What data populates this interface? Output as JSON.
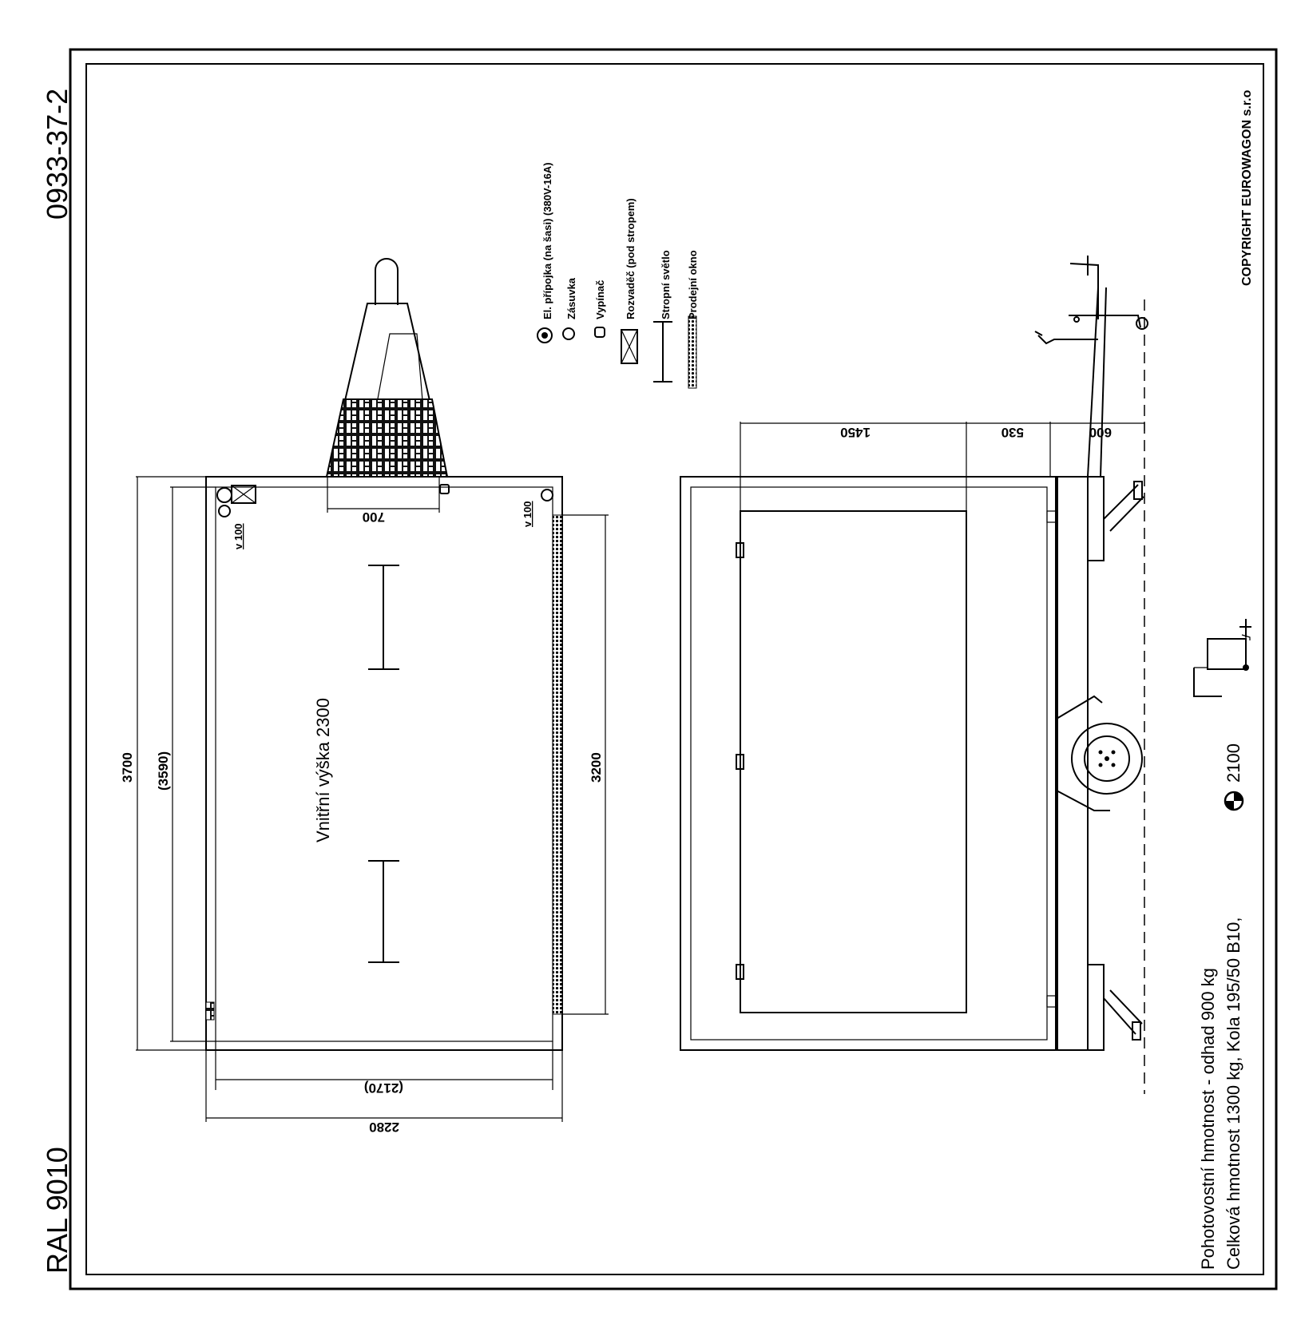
{
  "drawing_number": "0933-37-2",
  "color_code": "RAL 9010",
  "copyright": "COPYRIGHT EUROWAGON s.r.o",
  "legend": [
    {
      "icon": "power-inlet-icon",
      "label": "El. přípojka (na šasi) (380V-16A)"
    },
    {
      "icon": "socket-icon",
      "label": "Zásuvka"
    },
    {
      "icon": "switch-icon",
      "label": "Vypínač"
    },
    {
      "icon": "distribution-box-icon",
      "label": "Rozvaděč (pod stropem)"
    },
    {
      "icon": "ceiling-light-icon",
      "label": "Stropní světlo"
    },
    {
      "icon": "sales-window-icon",
      "label": "Prodejní okno"
    }
  ],
  "plan": {
    "interior_height": "Vnitřní výška 2300",
    "dim_length_outer": "3700",
    "dim_length_inner": "(3590)",
    "dim_window_length": "3200",
    "dim_width_outer": "2280",
    "dim_width_inner": "(2170)",
    "dim_drawbar_width": "700",
    "socket_height_left": "v 100",
    "socket_height_right": "v 100"
  },
  "side": {
    "dim_door_width": "1450",
    "dim_gap": "530",
    "dim_drawbar": "600"
  },
  "specs": {
    "line1": "Pohotovostní hmotnost - odhad 900 kg",
    "line2": "Celková hmotnost 1300 kg,  Kola 195/50 B10,",
    "center_of_gravity": "2100"
  }
}
